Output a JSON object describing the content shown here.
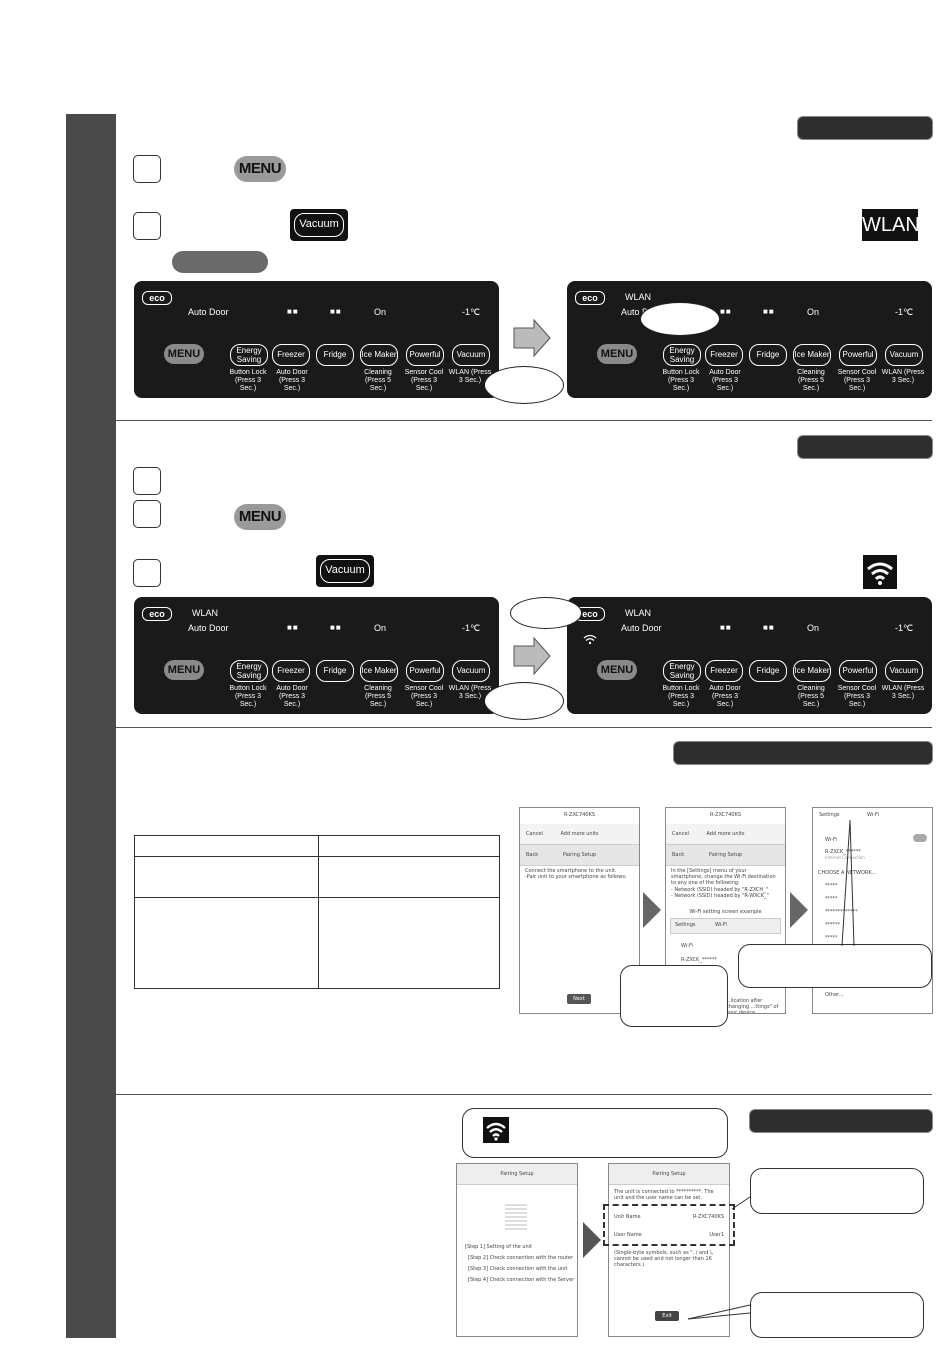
{
  "buttons": {
    "menu": "MENU",
    "vacuum": "Vacuum"
  },
  "icons": {
    "wlan": "WLAN",
    "wifi": "wifi-icon"
  },
  "panel": {
    "eco": "eco",
    "wlan": "WLAN",
    "auto_door": "Auto Door",
    "blocks": "■■",
    "on": "On",
    "temp": "-1℃",
    "menu": "MENU",
    "btn_energy": "Energy Saving",
    "btn_freezer": "Freezer",
    "btn_fridge": "Fridge",
    "btn_icemaker": "Ice Maker",
    "btn_powerful": "Powerful",
    "btn_vacuum": "Vacuum",
    "sub_buttonlock": "Button Lock (Press 3 Sec.)",
    "sub_autodoor": "Auto Door (Press 3 Sec.)",
    "sub_cleaning": "Cleaning (Press 5 Sec.)",
    "sub_sensorcool": "Sensor Cool (Press 3 Sec.)",
    "sub_wlan": "WLAN (Press 3 Sec.)"
  },
  "phones": {
    "model": "R-ZXC740KS",
    "cancel": "Cancel",
    "add_more_units": "Add more units",
    "back": "Back",
    "pairing_setup": "Pairing Setup",
    "connect_text_1": "Connect the smartphone to the unit.",
    "connect_text_2": "-Pair unit to your smartphone as follows:",
    "next": "Next",
    "settings_text": "In the [Settings] menu of your smartphone, change the Wi-Fi destination to any one of the following:",
    "network_1": "- Network (SSID) headed by \"R-ZXCH_\"",
    "network_2": "- Network (SSID) headed by \"R-WXCK_\"",
    "example_label": "Wi-Fi setting screen example",
    "settings": "Settings",
    "wifi": "Wi-Fi",
    "ssid": "R-ZXCK_******",
    "no_internet": "Internet Connection",
    "choose_network": "CHOOSE A NETWORK...",
    "masked_1": "*****",
    "masked_2": "*****",
    "masked_3": "*************",
    "masked_4": "******",
    "masked_5": "*****",
    "other": "Other...",
    "after_text": "...lication after changing ...ttings\" of your device.",
    "step_1": "[Step 1] Setting of the unit",
    "step_2": "[Step 2] Check connection with the router",
    "step_3": "[Step 3] Check connection with the unit",
    "step_4": "[Step 4] Check connection with the Server",
    "connected_text": "The unit is connected to **********. The unit and the user name can be set.",
    "unit_name_label": "Unit Name",
    "unit_name_value": "R-ZXC740KS",
    "user_name_label": "User Name",
    "user_name_value": "User1",
    "symbols_note": "(Single-byte symbols, such as \", / and \\, cannot be used and not longer than 16 characters.)",
    "exit": "Exit"
  }
}
